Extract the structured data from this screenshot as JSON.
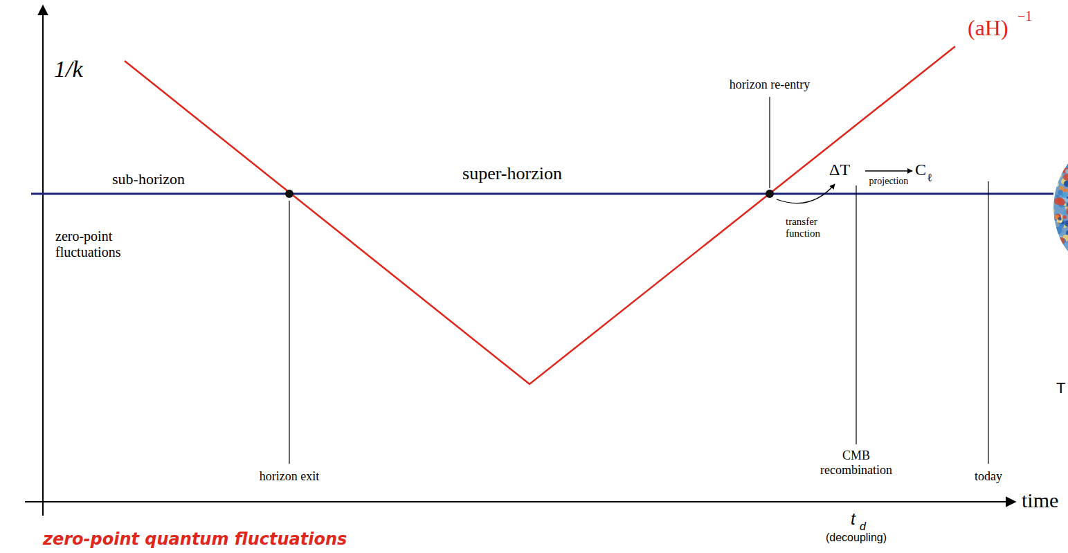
{
  "diagram": {
    "labels": [
      "1/k",
      "(aH)",
      "−1",
      "horizon re-entry",
      "sub-horizon",
      "super-horzion",
      "ΔT",
      "projection",
      "C",
      "ℓ",
      "zero-point fluctuations",
      "transfer function",
      "horizon exit",
      "CMB recombination",
      "today",
      "T",
      "time",
      "t",
      "d",
      "(decoupling)",
      "zero-point quantum fluctuations"
    ]
  }
}
